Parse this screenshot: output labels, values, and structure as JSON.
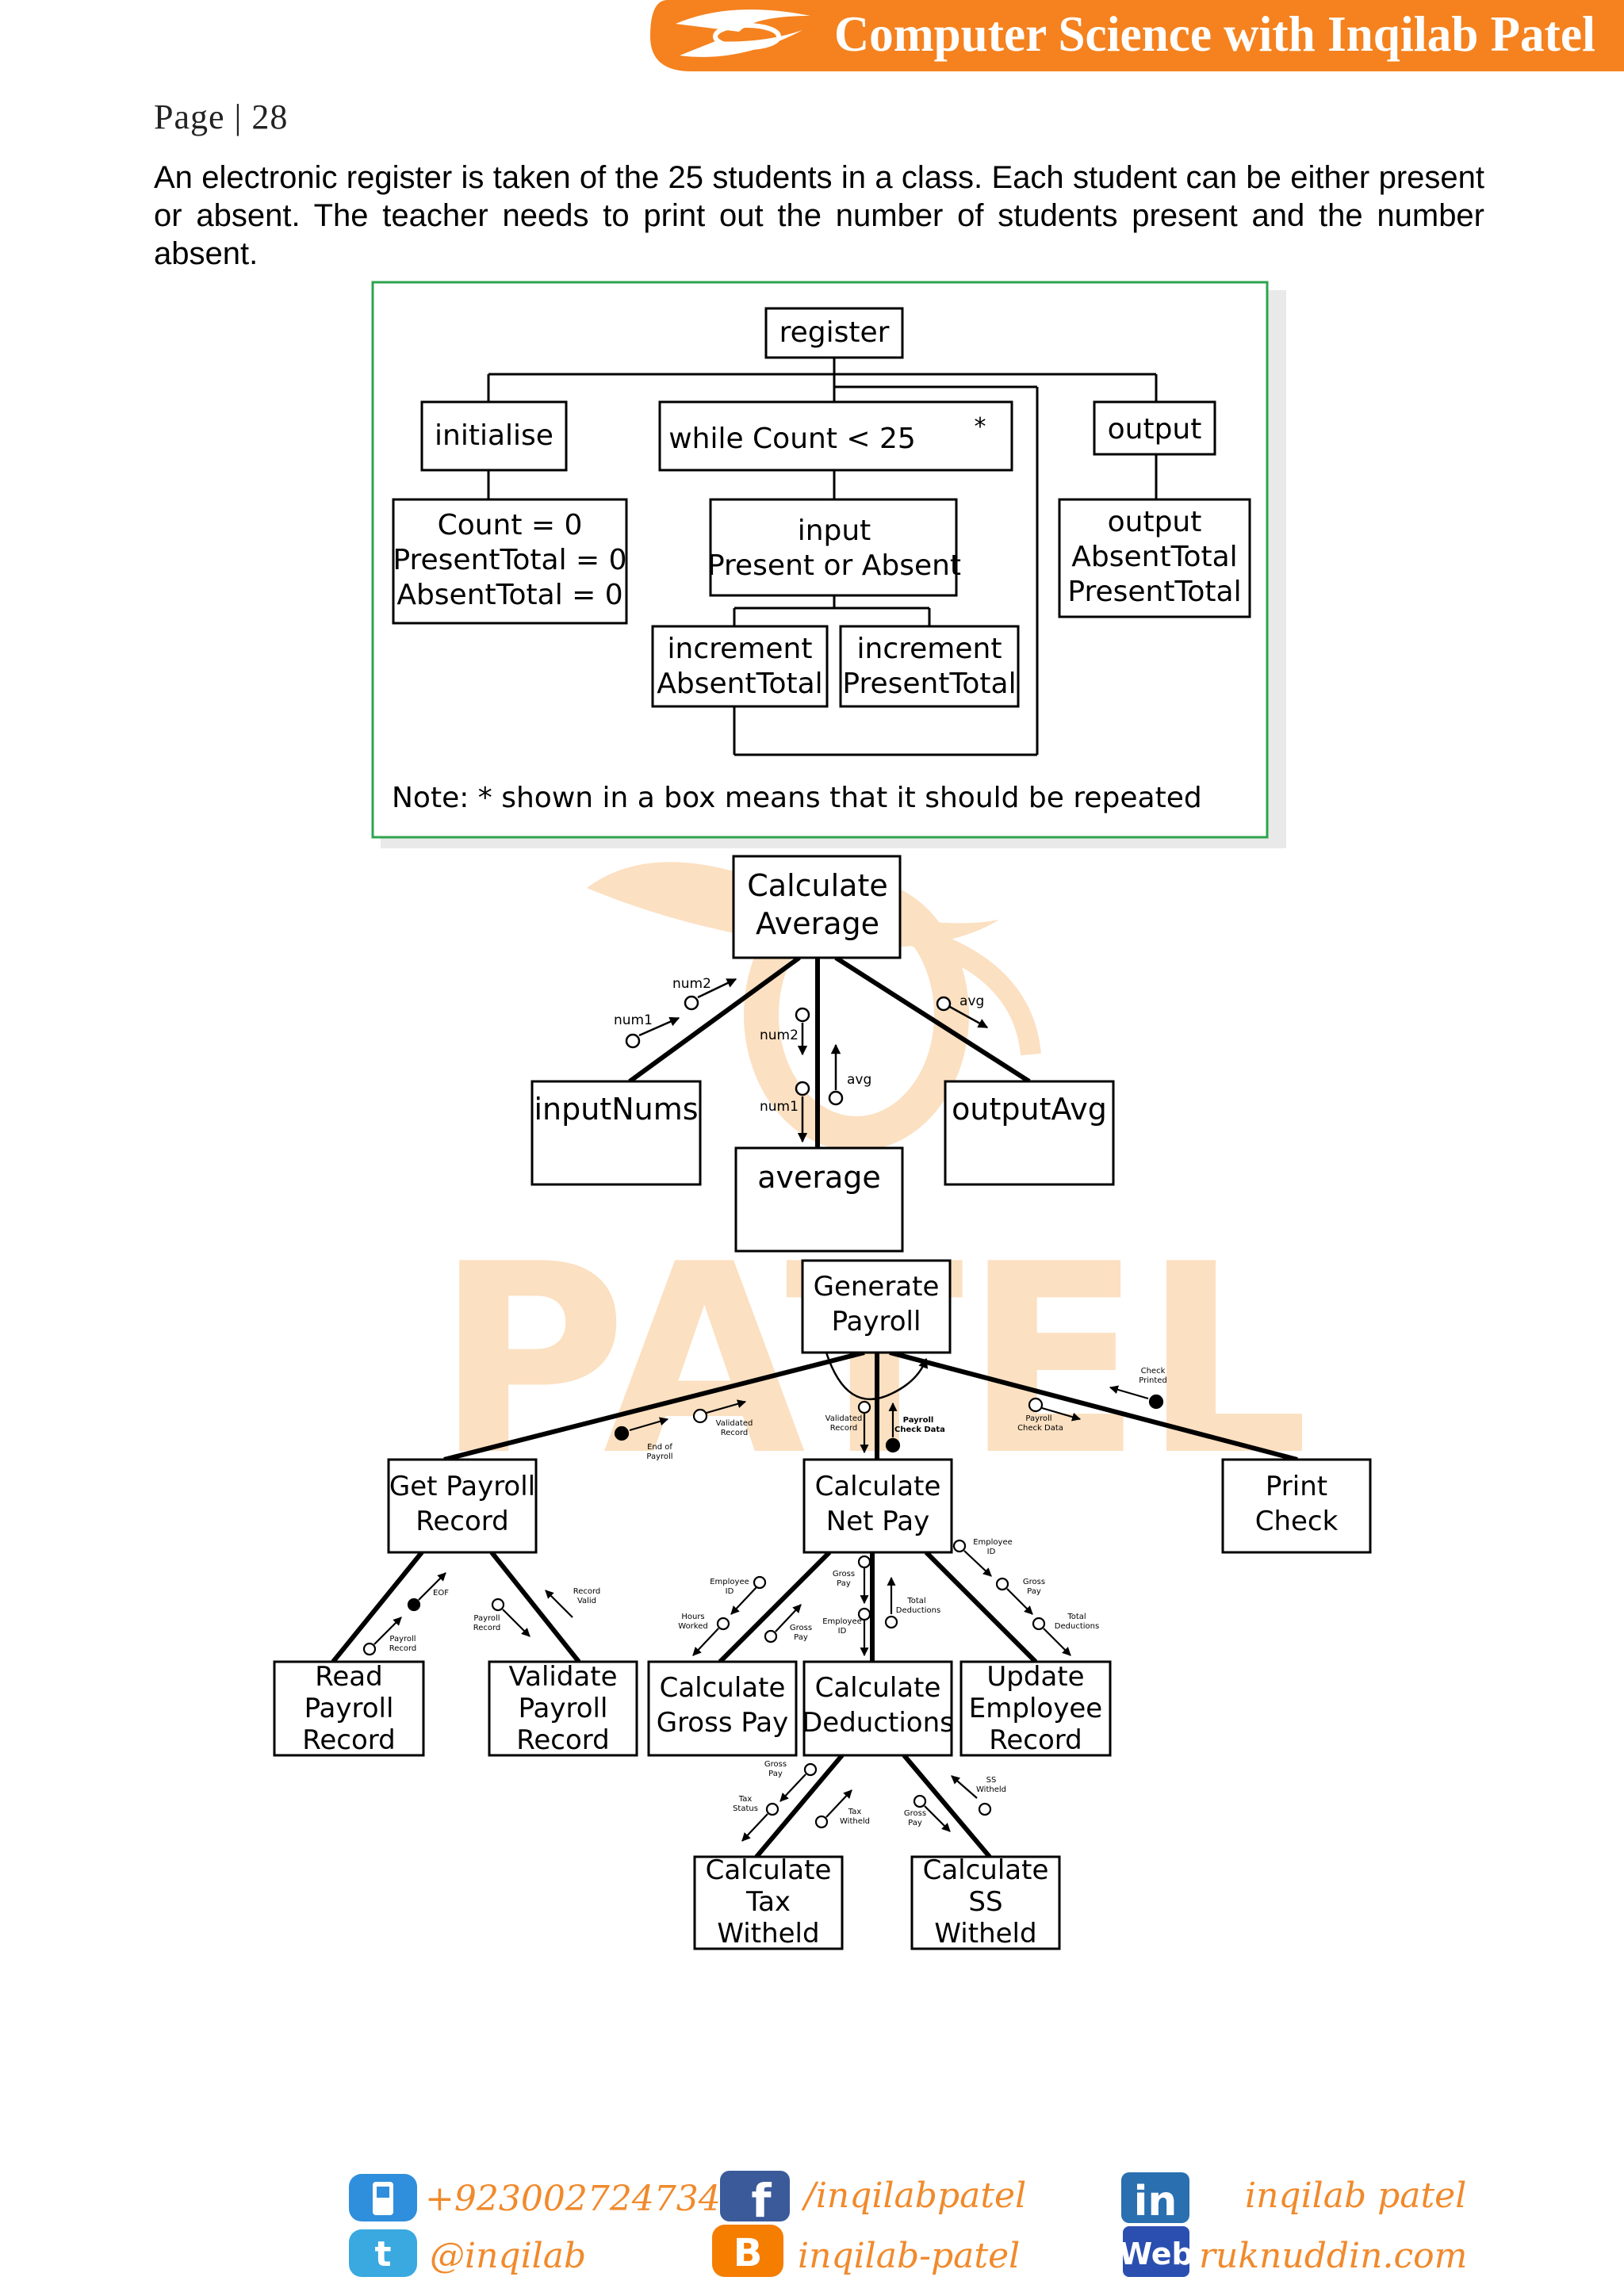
{
  "header": {
    "banner_title": "Computer Science with Inqilab Patel",
    "page_label": "Page | 28"
  },
  "intro_text": "An electronic register is taken of the 25 students in a class. Each student can be either present or absent. The teacher needs to print out the number of students present and the number absent.",
  "register_chart": {
    "root": "register",
    "initialise": "initialise",
    "loop": "while Count < 25",
    "loop_marker": "*",
    "output": "output",
    "init_lines": [
      "Count = 0",
      "PresentTotal = 0",
      "AbsentTotal = 0"
    ],
    "input_lines": [
      "input",
      "Present or Absent"
    ],
    "output_lines": [
      "output",
      "AbsentTotal",
      "PresentTotal"
    ],
    "inc_absent_lines": [
      "increment",
      "AbsentTotal"
    ],
    "inc_present_lines": [
      "increment",
      "PresentTotal"
    ],
    "note": "Note: * shown in a box means that it should be repeated"
  },
  "average_chart": {
    "root_lines": [
      "Calculate",
      "Average"
    ],
    "input_nums": "inputNums",
    "average": "average",
    "output_avg": "outputAvg",
    "labels": {
      "num2_left": "num2",
      "num1_left": "num1",
      "num2_mid": "num2",
      "num1_mid": "num1",
      "avg_mid": "avg",
      "avg_right": "avg"
    }
  },
  "payroll_chart": {
    "root_lines": [
      "Generate",
      "Payroll"
    ],
    "get_record_lines": [
      "Get Payroll",
      "Record"
    ],
    "net_pay_lines": [
      "Calculate",
      "Net Pay"
    ],
    "print_check_lines": [
      "Print",
      "Check"
    ],
    "read_record_lines": [
      "Read",
      "Payroll",
      "Record"
    ],
    "validate_record_lines": [
      "Validate",
      "Payroll",
      "Record"
    ],
    "gross_pay_lines": [
      "Calculate",
      "Gross Pay"
    ],
    "deductions_lines": [
      "Calculate",
      "Deductions"
    ],
    "update_employee_lines": [
      "Update",
      "Employee",
      "Record"
    ],
    "tax_withheld_lines": [
      "Calculate",
      "Tax",
      "Witheld"
    ],
    "ss_withheld_lines": [
      "Calculate",
      "SS",
      "Witheld"
    ],
    "labels": {
      "end_of_payroll": [
        "End of",
        "Payroll"
      ],
      "validated_record": [
        "Validated",
        "Record"
      ],
      "validated_record_mid": [
        "Validated",
        "Record"
      ],
      "payroll_check_data_bold": [
        "Payroll",
        "Check Data"
      ],
      "payroll_check_data": [
        "Payroll",
        "Check Data"
      ],
      "check_printed": [
        "Check",
        "Printed"
      ],
      "eof": [
        "EOF"
      ],
      "payroll_record_1": [
        "Payroll",
        "Record"
      ],
      "payroll_record_2": [
        "Payroll",
        "Record"
      ],
      "record_valid": [
        "Record",
        "Valid"
      ],
      "employee_id_1": [
        "Employee",
        "ID"
      ],
      "hours_worked": [
        "Hours",
        "Worked"
      ],
      "gross_pay_1": [
        "Gross",
        "Pay"
      ],
      "gross_pay_2": [
        "Gross",
        "Pay"
      ],
      "employee_id_2": [
        "Employee",
        "ID"
      ],
      "total_deductions_1": [
        "Total",
        "Deductions"
      ],
      "employee_id_3": [
        "Employee",
        "ID"
      ],
      "gross_pay_3": [
        "Gross",
        "Pay"
      ],
      "total_deductions_2": [
        "Total",
        "Deductions"
      ],
      "gross_pay_4": [
        "Gross",
        "Pay"
      ],
      "tax_status": [
        "Tax",
        "Status"
      ],
      "tax_witheld": [
        "Tax",
        "Witheld"
      ],
      "gross_pay_5": [
        "Gross",
        "Pay"
      ],
      "ss_witheld": [
        "SS",
        "Witheld"
      ]
    }
  },
  "watermark": "PATEL",
  "footer": {
    "phone": "+923002724734",
    "twitter": "@inqilab",
    "facebook": "/inqilabpatel",
    "blogger": "inqilab-patel",
    "linkedin": "inqilab patel",
    "web": "ruknuddin.com",
    "icons": [
      "phone-icon",
      "twitter-icon",
      "facebook-icon",
      "blogger-icon",
      "linkedin-icon",
      "web-icon"
    ],
    "accent_color": "#f08a2c"
  }
}
